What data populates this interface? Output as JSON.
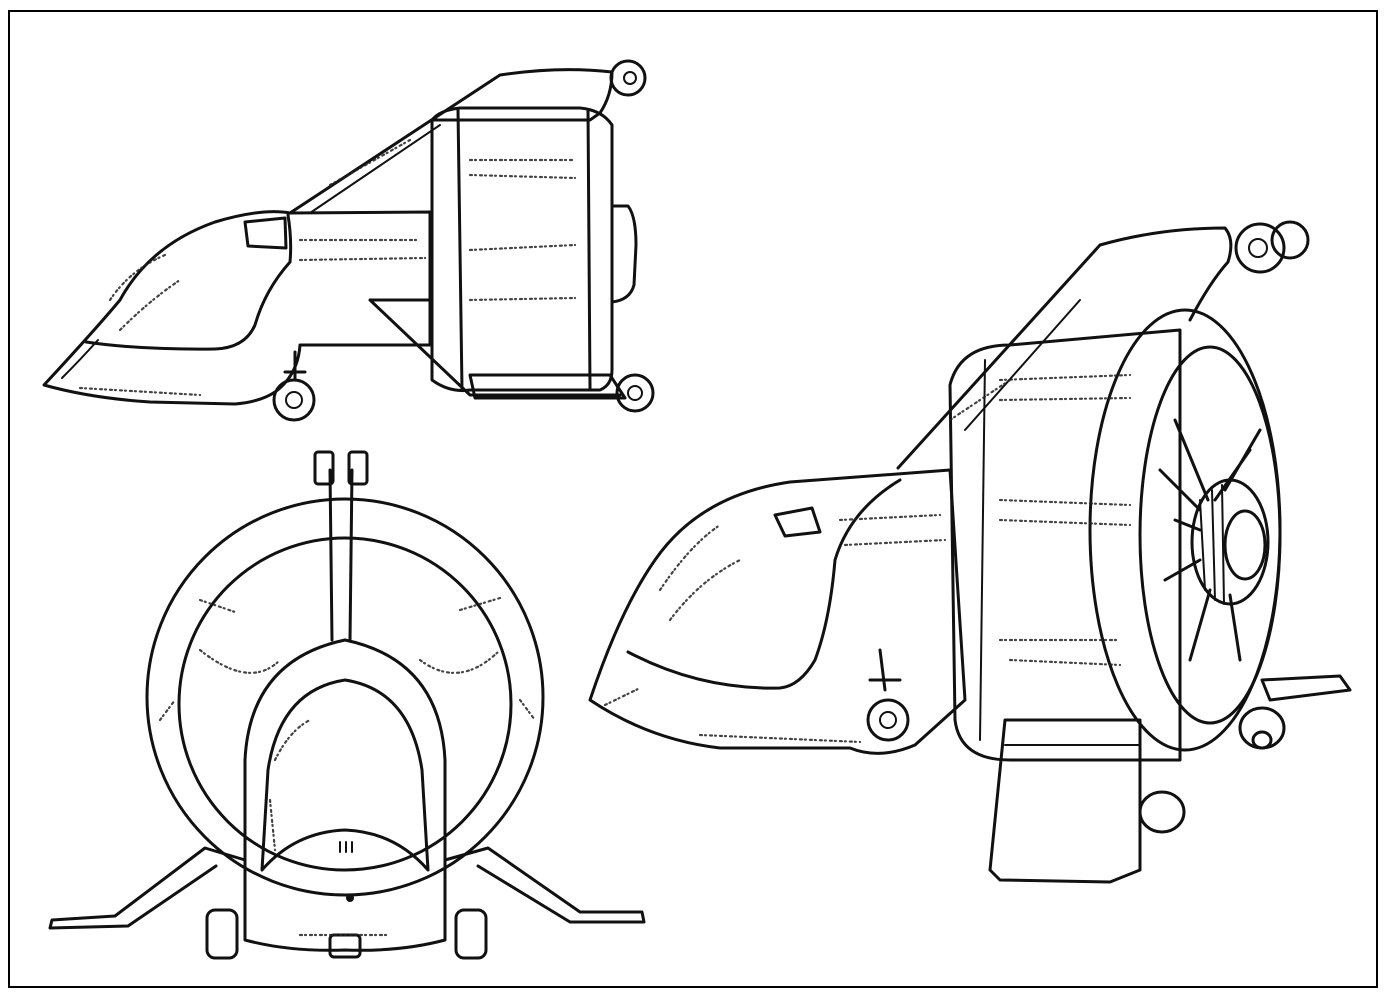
{
  "figure": {
    "views": [
      {
        "name": "side-view"
      },
      {
        "name": "front-view"
      },
      {
        "name": "perspective-view"
      }
    ]
  },
  "style": {
    "ink_color": "#111111",
    "paper_color": "#ffffff"
  }
}
